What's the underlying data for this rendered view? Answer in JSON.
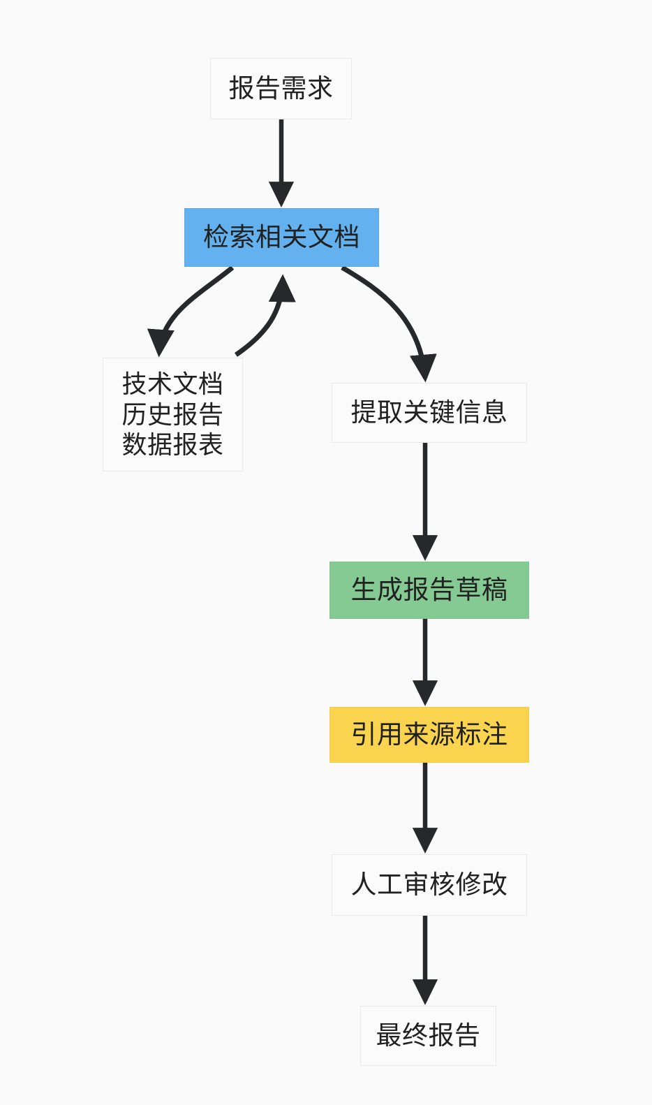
{
  "diagram": {
    "type": "flowchart",
    "direction": "top-down",
    "background_color": "#fafafa",
    "default_node_fill": "#fbfbfb",
    "default_node_border": "#e9e9e9",
    "edge_color": "#26282b",
    "text_color": "#212121",
    "nodes": [
      {
        "id": "report_requirement",
        "label": "报告需求",
        "style": "plain",
        "fill": "#fbfbfb"
      },
      {
        "id": "retrieve_docs",
        "label": "检索相关文档",
        "style": "blue",
        "fill": "#63b2ef"
      },
      {
        "id": "doc_sources",
        "label": "技术文档\n历史报告\n数据报表",
        "style": "plain",
        "fill": "#fbfbfb",
        "lines": [
          "技术文档",
          "历史报告",
          "数据报表"
        ]
      },
      {
        "id": "extract_key_info",
        "label": "提取关键信息",
        "style": "plain",
        "fill": "#fbfbfb"
      },
      {
        "id": "generate_draft",
        "label": "生成报告草稿",
        "style": "green",
        "fill": "#85c993"
      },
      {
        "id": "cite_sources",
        "label": "引用来源标注",
        "style": "yellow",
        "fill": "#fbd44f"
      },
      {
        "id": "human_review",
        "label": "人工审核修改",
        "style": "plain",
        "fill": "#fbfbfb"
      },
      {
        "id": "final_report",
        "label": "最终报告",
        "style": "plain",
        "fill": "#fbfbfb"
      }
    ],
    "edges": [
      {
        "from": "report_requirement",
        "to": "retrieve_docs",
        "shape": "straight",
        "label": ""
      },
      {
        "from": "retrieve_docs",
        "to": "doc_sources",
        "shape": "curved",
        "label": ""
      },
      {
        "from": "doc_sources",
        "to": "retrieve_docs",
        "shape": "curved",
        "label": ""
      },
      {
        "from": "retrieve_docs",
        "to": "extract_key_info",
        "shape": "curved",
        "label": ""
      },
      {
        "from": "extract_key_info",
        "to": "generate_draft",
        "shape": "straight",
        "label": ""
      },
      {
        "from": "generate_draft",
        "to": "cite_sources",
        "shape": "straight",
        "label": ""
      },
      {
        "from": "cite_sources",
        "to": "human_review",
        "shape": "straight",
        "label": ""
      },
      {
        "from": "human_review",
        "to": "final_report",
        "shape": "straight",
        "label": ""
      }
    ]
  }
}
